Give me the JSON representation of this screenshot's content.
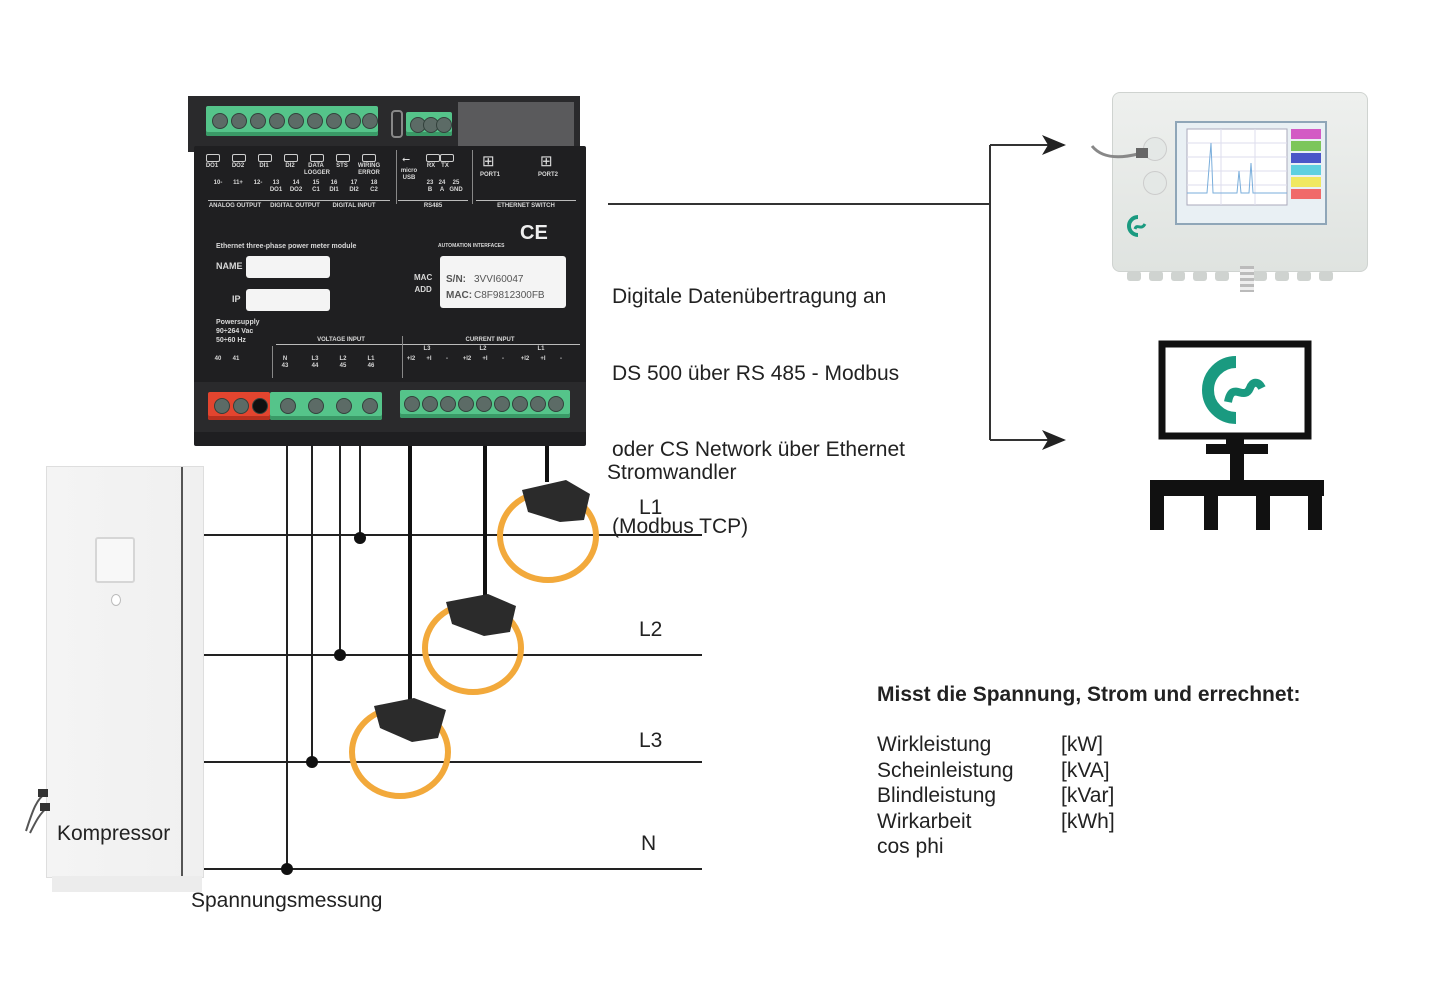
{
  "diagram": {
    "description_text": {
      "lines": [
        "Digitale Datenübertragung an",
        "DS 500 über RS 485 - Modbus",
        "oder CS Network über Ethernet",
        "(Modbus TCP)"
      ]
    },
    "labels": {
      "current_transformer": "Stromwandler",
      "voltage_measurement": "Spannungsmessung",
      "compressor": "Kompressor",
      "phase_l1": "L1",
      "phase_l2": "L2",
      "phase_l3": "L3",
      "neutral": "N"
    },
    "measurements": {
      "heading": "Misst die Spannung, Strom und errechnet:",
      "items": [
        {
          "name": "Wirkleistung",
          "unit": "[kW]"
        },
        {
          "name": "Scheinleistung",
          "unit": "[kVA]"
        },
        {
          "name": "Blindleistung",
          "unit": "[kVar]"
        },
        {
          "name": "Wirkarbeit",
          "unit": "[kWh]"
        },
        {
          "name": "cos phi",
          "unit": ""
        }
      ]
    },
    "power_meter_module": {
      "title": "Ethernet three-phase power meter module",
      "name_label": "NAME",
      "ip_label": "IP",
      "mac_addr_label": "MAC\nADD",
      "serial_label": "S/N:",
      "serial_value": "3VVI60047",
      "mac_label": "MAC:",
      "mac_value": "C8F9812300FB",
      "automation_interfaces": "AUTOMATION INTERFACES",
      "ce_mark": "CE",
      "power_supply": "Powersupply\n90÷264 Vac\n50÷60 Hz",
      "voltage_input": "VOLTAGE INPUT",
      "current_input": "CURRENT INPUT",
      "leds": [
        "DO1",
        "DO2",
        "DI1",
        "DI2",
        "DATA\nLOGGER",
        "STS",
        "WIRING\nERROR"
      ],
      "top_sections": [
        "ANALOG OUTPUT",
        "DIGITAL OUTPUT",
        "DIGITAL INPUT",
        "RS485",
        "ETHERNET SWITCH"
      ],
      "analog_terminals": [
        "10-",
        "11+",
        "12-"
      ],
      "digital_output_terminals": [
        "13\nDO1",
        "14\nDO2",
        "15\nC1"
      ],
      "digital_input_terminals": [
        "16\nDI1",
        "17\nDI2",
        "18\nC2"
      ],
      "usb_label": "micro\nUSB",
      "rs485_leds": [
        "RX",
        "TX"
      ],
      "rs485_terminals": [
        "23\nB",
        "24\nA",
        "25\nGND"
      ],
      "ports": [
        "PORT1",
        "PORT2"
      ],
      "voltage_terminals": [
        "N\n43",
        "L3\n44",
        "L2\n45",
        "L1\n46"
      ],
      "supply_terminals": [
        "40",
        "41"
      ],
      "current_groups": [
        "L3",
        "L2",
        "L1"
      ],
      "current_terminals": [
        "+I2",
        "+I",
        "-"
      ]
    },
    "colors": {
      "wire": "#1a1a1a",
      "terminal_green": "#55c48a",
      "terminal_red": "#e3452f",
      "clamp_orange": "#f2a93b",
      "logo_teal": "#1a9a80",
      "device_body": "#1f1f21"
    }
  }
}
